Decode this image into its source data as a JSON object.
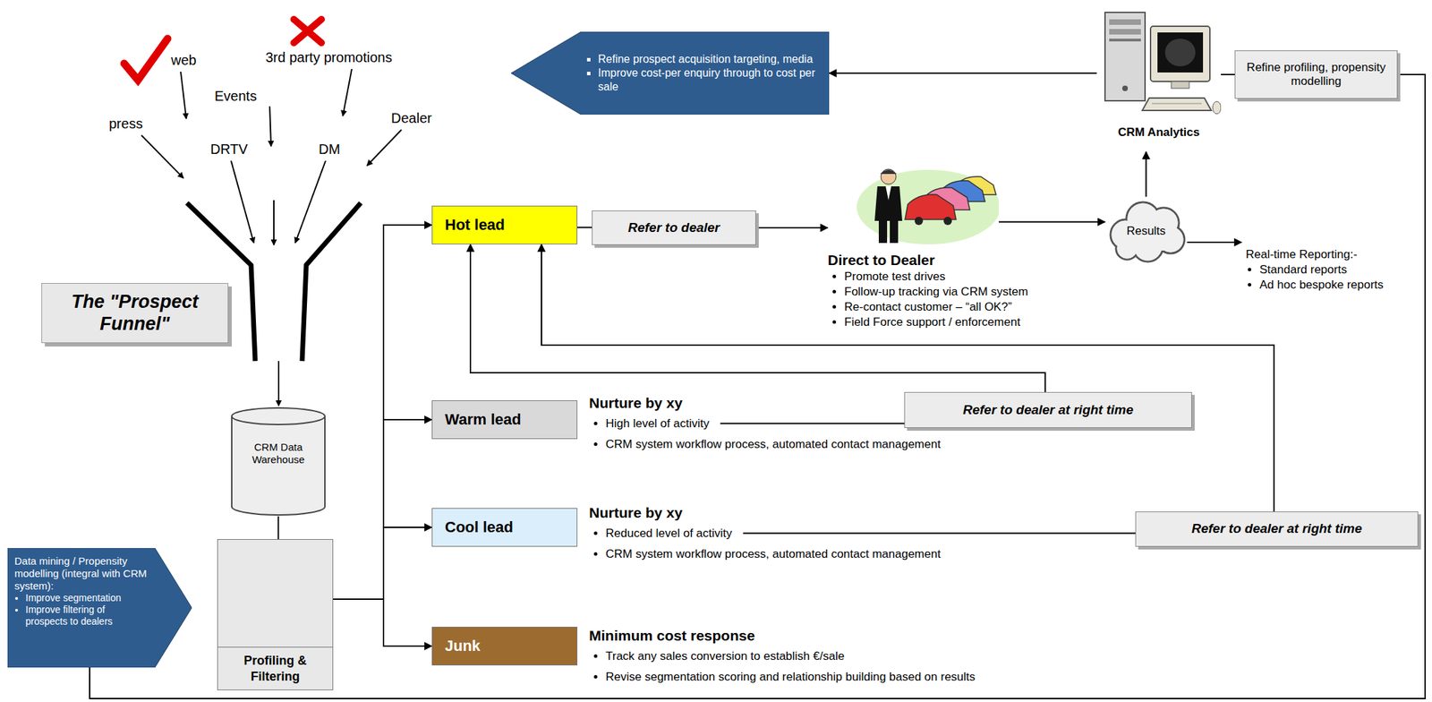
{
  "diagram": {
    "nodes": [
      {
        "text": [
          "The \"Prospect Funnel\""
        ]
      },
      {
        "text": [
          "CRM Data Warehouse"
        ]
      },
      {
        "text": [
          "Profiling & Filtering"
        ]
      },
      {
        "text": [
          "Data mining / Propensity modelling (integral with CRM system):",
          "Improve segmentation",
          "Improve filtering of prospects to dealers"
        ]
      },
      {
        "text": [
          "Refine prospect acquisition targeting, media",
          "Improve cost-per enquiry through to cost per sale"
        ]
      },
      {
        "text": [
          "Refine profiling, propensity modelling"
        ]
      },
      {
        "text": [
          "CRM Analytics"
        ]
      },
      {
        "text": [
          "Hot lead"
        ]
      },
      {
        "text": [
          "Refer to dealer"
        ]
      },
      {
        "text": [
          "Direct to Dealer",
          "Promote test drives",
          "Follow-up tracking via CRM system",
          "Re-contact customer – “all OK?”",
          "Field Force support / enforcement"
        ]
      },
      {
        "text": [
          "Results"
        ]
      },
      {
        "text": [
          "Real-time Reporting:-",
          "Standard reports",
          "Ad hoc bespoke reports"
        ]
      },
      {
        "text": [
          "Warm lead"
        ]
      },
      {
        "text": [
          "Nurture by xy",
          "High level of activity",
          "CRM system workflow process, automated contact management"
        ]
      },
      {
        "text": [
          "Refer to dealer at right time"
        ]
      },
      {
        "text": [
          "Cool lead"
        ]
      },
      {
        "text": [
          "Nurture by xy",
          "Reduced level of activity",
          "CRM system workflow process, automated contact management"
        ]
      },
      {
        "text": [
          "Refer to dealer at right time"
        ]
      },
      {
        "text": [
          "Junk"
        ]
      },
      {
        "text": [
          "Minimum cost response",
          "Track any sales conversion to establish €/sale",
          "Revise segmentation scoring and relationship building based on results"
        ]
      }
    ],
    "edges": [
      {
        "from": 1,
        "to": 2,
        "arrow": "none"
      },
      {
        "from": 2,
        "to": 7,
        "arrow": "to"
      },
      {
        "from": 2,
        "to": 12,
        "arrow": "to"
      },
      {
        "from": 2,
        "to": 15,
        "arrow": "to"
      },
      {
        "from": 2,
        "to": 18,
        "arrow": "to"
      },
      {
        "from": 7,
        "to": 8,
        "arrow": "none"
      },
      {
        "from": 8,
        "to": 9,
        "arrow": "to"
      },
      {
        "from": 9,
        "to": 10,
        "arrow": "to"
      },
      {
        "from": 10,
        "to": 11,
        "arrow": "to"
      },
      {
        "from": 10,
        "to": 6,
        "arrow": "to"
      },
      {
        "from": 6,
        "to": 4,
        "arrow": "to"
      },
      {
        "from": 6,
        "to": 5,
        "arrow": "none"
      },
      {
        "from": 5,
        "to": 3,
        "arrow": "none"
      },
      {
        "from": 13,
        "to": 14,
        "arrow": "none"
      },
      {
        "from": 14,
        "to": 7,
        "arrow": "to"
      },
      {
        "from": 16,
        "to": 17,
        "arrow": "none"
      },
      {
        "from": 17,
        "to": 7,
        "arrow": "to"
      }
    ],
    "labels": [
      "web",
      "3rd party promotions",
      "Events",
      "press",
      "DRTV",
      "DM",
      "Dealer"
    ]
  }
}
